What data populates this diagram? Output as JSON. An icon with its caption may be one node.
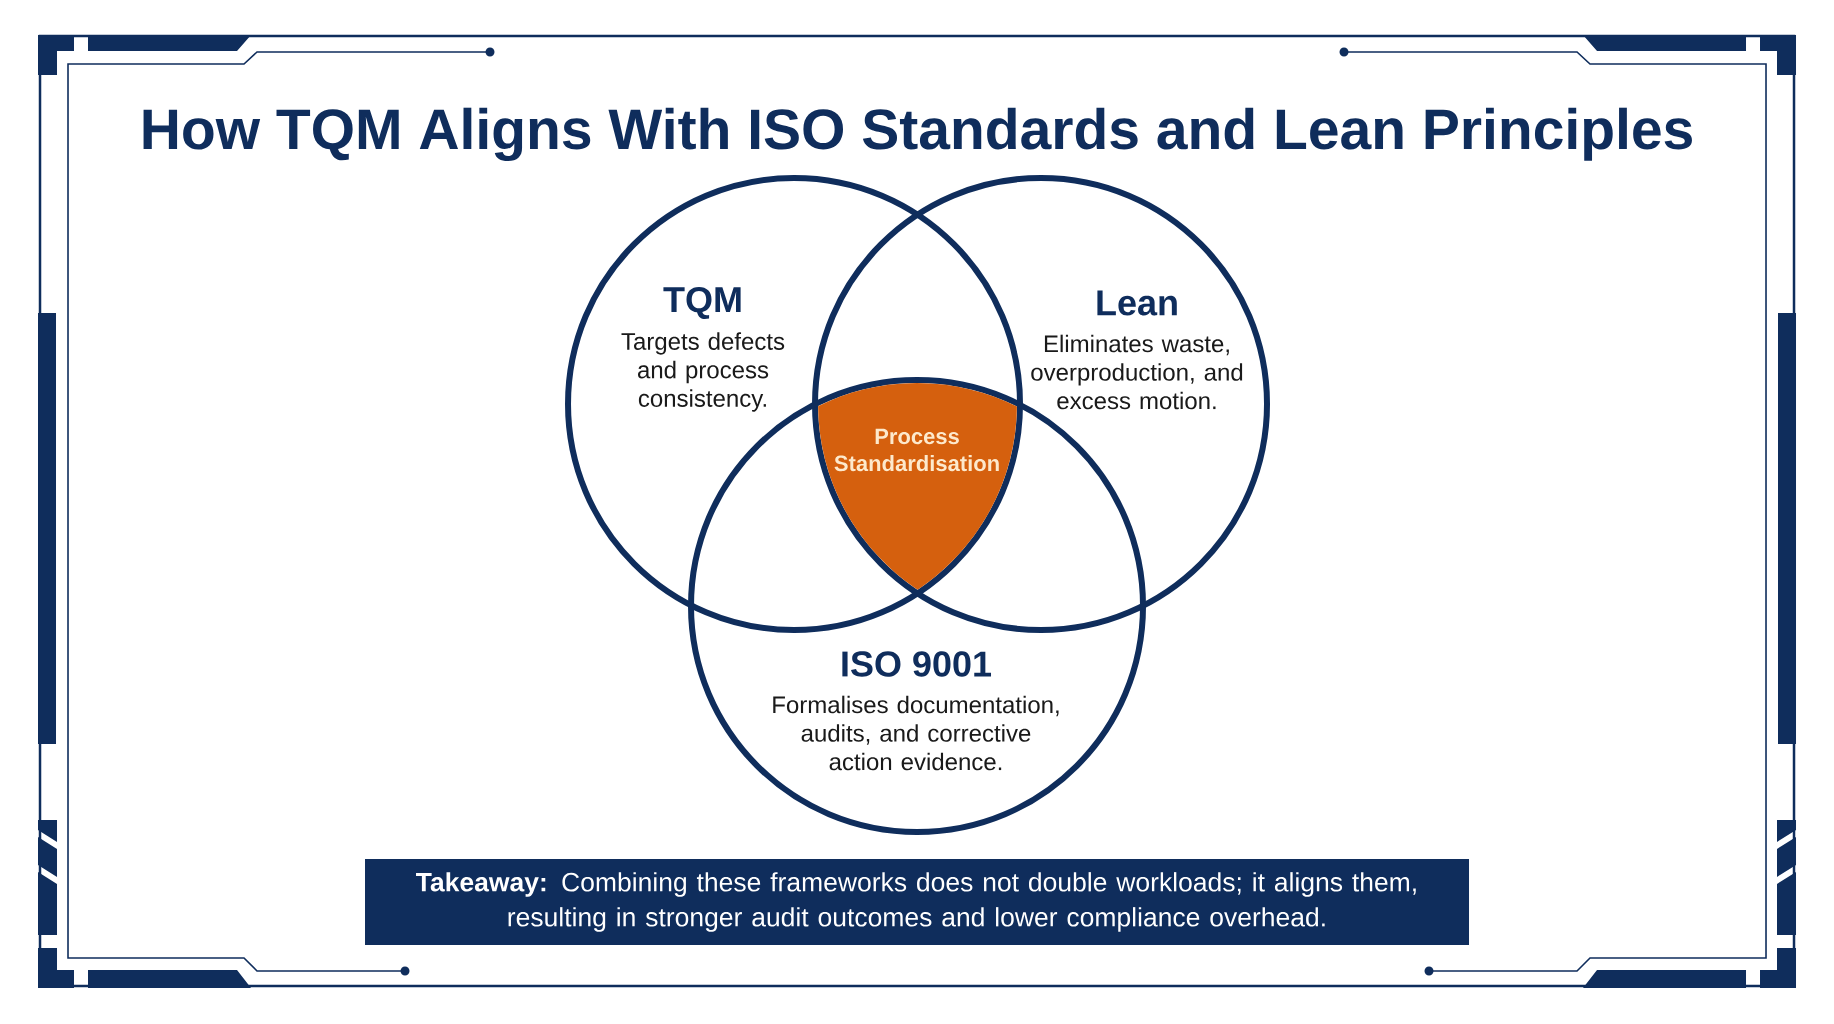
{
  "diagram": {
    "title": "How TQM Aligns With ISO Standards and Lean Principles",
    "nodes": [
      {
        "text": [
          "TQM",
          "Targets defects and process consistency."
        ]
      },
      {
        "text": [
          "Lean",
          "Eliminates waste, overproduction, and excess motion."
        ]
      },
      {
        "text": [
          "ISO 9001",
          "Formalises documentation, audits, and corrective action evidence."
        ]
      },
      {
        "text": [
          "Process Standardisation"
        ]
      },
      {
        "text": [
          "**Takeaway:** Combining these frameworks does not double workloads; it aligns them, resulting in stronger audit outcomes and lower compliance overhead."
        ]
      }
    ]
  }
}
